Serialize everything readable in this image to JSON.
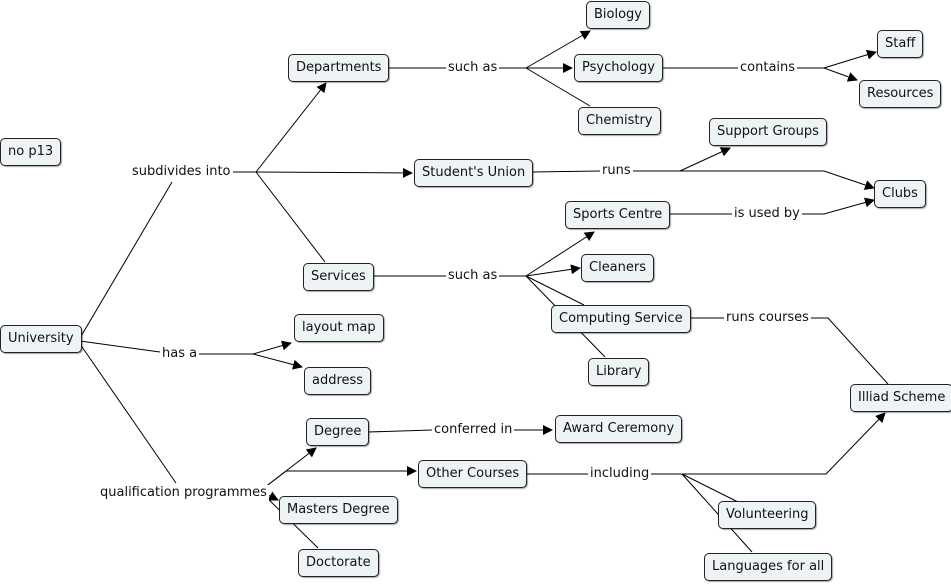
{
  "concepts": {
    "no_p13": "no p13",
    "university": "University",
    "departments": "Departments",
    "biology": "Biology",
    "psychology": "Psychology",
    "chemistry": "Chemistry",
    "staff": "Staff",
    "resources": "Resources",
    "students_union": "Student's Union",
    "support_groups": "Support Groups",
    "clubs": "Clubs",
    "services": "Services",
    "sports_centre": "Sports Centre",
    "cleaners": "Cleaners",
    "computing_service": "Computing Service",
    "library": "Library",
    "illiad_scheme": "Illiad Scheme",
    "layout_map": "layout map",
    "address": "address",
    "degree": "Degree",
    "award_ceremony": "Award Ceremony",
    "other_courses": "Other Courses",
    "masters_degree": "Masters Degree",
    "doctorate": "Doctorate",
    "volunteering": "Volunteering",
    "languages_for_all": "Languages for all"
  },
  "linking_phrases": {
    "subdivides_into": "subdivides into",
    "such_as_departments": "such as",
    "contains": "contains",
    "runs": "runs",
    "such_as_services": "such as",
    "is_used_by": "is used by",
    "runs_courses": "runs courses",
    "has_a": "has a",
    "qualification_programmes": "qualification programmes",
    "conferred_in": "conferred in",
    "including": "including"
  },
  "colors": {
    "node_fill": "#eef4f6",
    "node_border": "#222222",
    "line": "#000000"
  }
}
